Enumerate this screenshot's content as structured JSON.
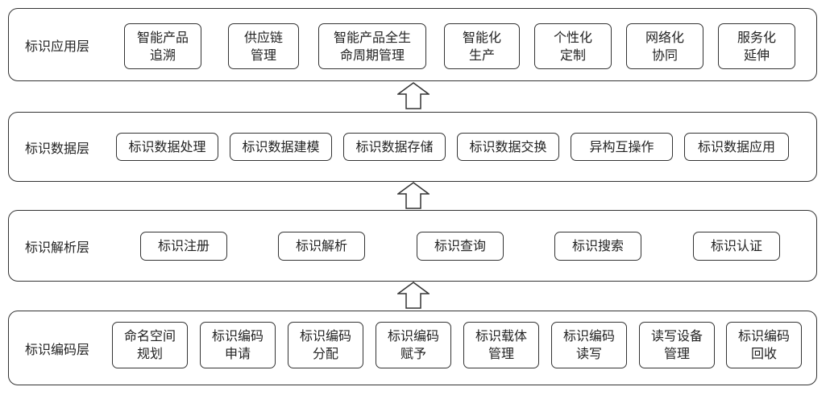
{
  "layers": [
    {
      "title": "标识应用层",
      "items": [
        "智能产品\n追溯",
        "供应链\n管理",
        "智能产品全生\n命周期管理",
        "智能化\n生产",
        "个性化\n定制",
        "网络化\n协同",
        "服务化\n延伸"
      ]
    },
    {
      "title": "标识数据层",
      "items": [
        "标识数据处理",
        "标识数据建模",
        "标识数据存储",
        "标识数据交换",
        "异构互操作",
        "标识数据应用"
      ]
    },
    {
      "title": "标识解析层",
      "items": [
        "标识注册",
        "标识解析",
        "标识查询",
        "标识搜索",
        "标识认证"
      ]
    },
    {
      "title": "标识编码层",
      "items": [
        "命名空间\n规划",
        "标识编码\n申请",
        "标识编码\n分配",
        "标识编码\n赋予",
        "标识载体\n管理",
        "标识编码\n读写",
        "读写设备\n管理",
        "标识编码\n回收"
      ]
    }
  ]
}
